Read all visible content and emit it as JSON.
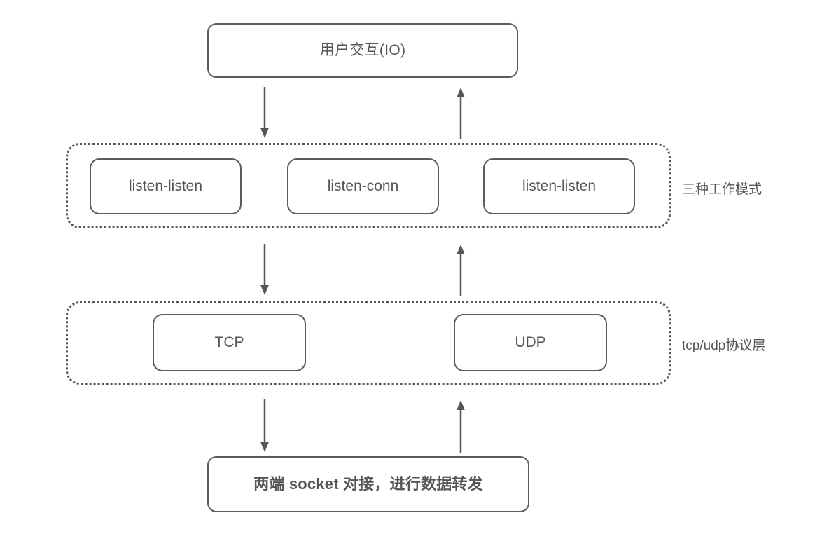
{
  "diagram": {
    "title_box": {
      "label": "用户交互(IO)"
    },
    "mode_layer": {
      "side_label": "三种工作模式",
      "boxes": [
        {
          "label": "listen-listen"
        },
        {
          "label": "listen-conn"
        },
        {
          "label": "listen-listen"
        }
      ]
    },
    "protocol_layer": {
      "side_label": "tcp/udp协议层",
      "boxes": [
        {
          "label": "TCP"
        },
        {
          "label": "UDP"
        }
      ]
    },
    "bottom_box": {
      "label": "两端 socket 对接，进行数据转发"
    },
    "arrows": [
      {
        "name": "arrow-io-to-modes",
        "direction": "down"
      },
      {
        "name": "arrow-modes-to-io",
        "direction": "up"
      },
      {
        "name": "arrow-modes-to-protocol",
        "direction": "down"
      },
      {
        "name": "arrow-protocol-to-modes",
        "direction": "up"
      },
      {
        "name": "arrow-protocol-to-socket",
        "direction": "down"
      },
      {
        "name": "arrow-socket-to-protocol",
        "direction": "up"
      }
    ],
    "colors": {
      "stroke": "#5b5b60",
      "text": "#55555a",
      "background": "#ffffff"
    }
  }
}
